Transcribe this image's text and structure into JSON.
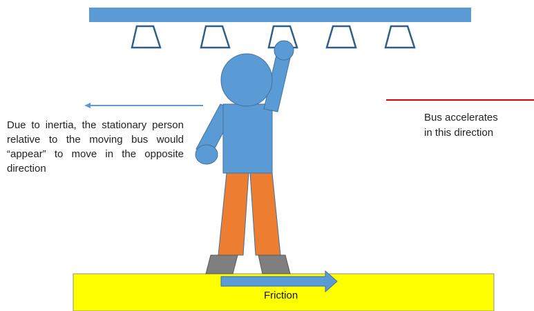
{
  "labels": {
    "inertia_note": "Due to inertia, the stationary person relative to the moving bus would “appear” to move in the opposite direction",
    "acceleration_note_line1": "Bus accelerates",
    "acceleration_note_line2": "in this direction",
    "friction": "Friction"
  },
  "colors": {
    "rail": "#5b9bd5",
    "handle_stroke": "#2e5f8a",
    "person": "#5b9bd5",
    "person_outline": "#41719c",
    "legs": "#ed7d31",
    "shoes": "#7f7f7f",
    "floor": "#ffff00",
    "floor_outline": "#7f7f7f",
    "inertia_arrow": "#5b9bd5",
    "acceleration_line": "#e00000",
    "friction_arrow": "#5b9bd5"
  },
  "icons": {
    "handles": "hanging-handle-icon",
    "person": "standing-person-figure"
  }
}
